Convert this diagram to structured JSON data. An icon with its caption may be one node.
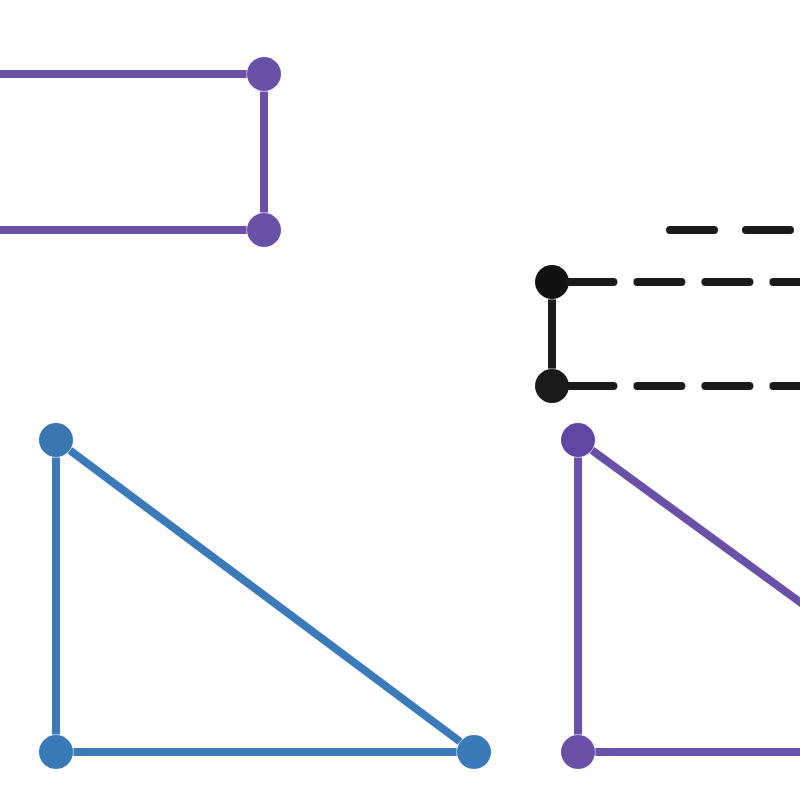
{
  "diagram": {
    "nodes": [
      {
        "text": [],
        "shape": "circle"
      },
      {
        "text": [],
        "shape": "circle"
      },
      {
        "text": [],
        "shape": "circle"
      },
      {
        "text": [],
        "shape": "circle"
      },
      {
        "text": [],
        "shape": "circle"
      },
      {
        "text": [],
        "shape": "circle"
      },
      {
        "text": [],
        "shape": "circle"
      },
      {
        "text": [],
        "shape": "circle"
      },
      {
        "text": [],
        "shape": "circle"
      }
    ],
    "edges": [
      {
        "from": null,
        "to": 0,
        "arrow": "none"
      },
      {
        "from": null,
        "to": 1,
        "arrow": "none"
      },
      {
        "from": 0,
        "to": 1,
        "arrow": "none"
      },
      {
        "from": 2,
        "to": null,
        "arrow": "none",
        "style": "dashed",
        "color": "#1a1a1a"
      },
      {
        "from": 3,
        "to": null,
        "arrow": "none",
        "style": "dashed",
        "color": "#1a1a1a"
      },
      {
        "from": 2,
        "to": 3,
        "arrow": "none",
        "color": "#1a1a1a"
      },
      {
        "from": 4,
        "to": 5,
        "arrow": "none",
        "color": "#3b7ab8"
      },
      {
        "from": 5,
        "to": 6,
        "arrow": "none",
        "color": "#3b7ab8"
      },
      {
        "from": 4,
        "to": 6,
        "arrow": "none",
        "color": "#3b7ab8"
      },
      {
        "from": 7,
        "to": 8,
        "arrow": "none"
      },
      {
        "from": 8,
        "to": null,
        "arrow": "none"
      },
      {
        "from": 7,
        "to": null,
        "arrow": "none"
      }
    ]
  }
}
